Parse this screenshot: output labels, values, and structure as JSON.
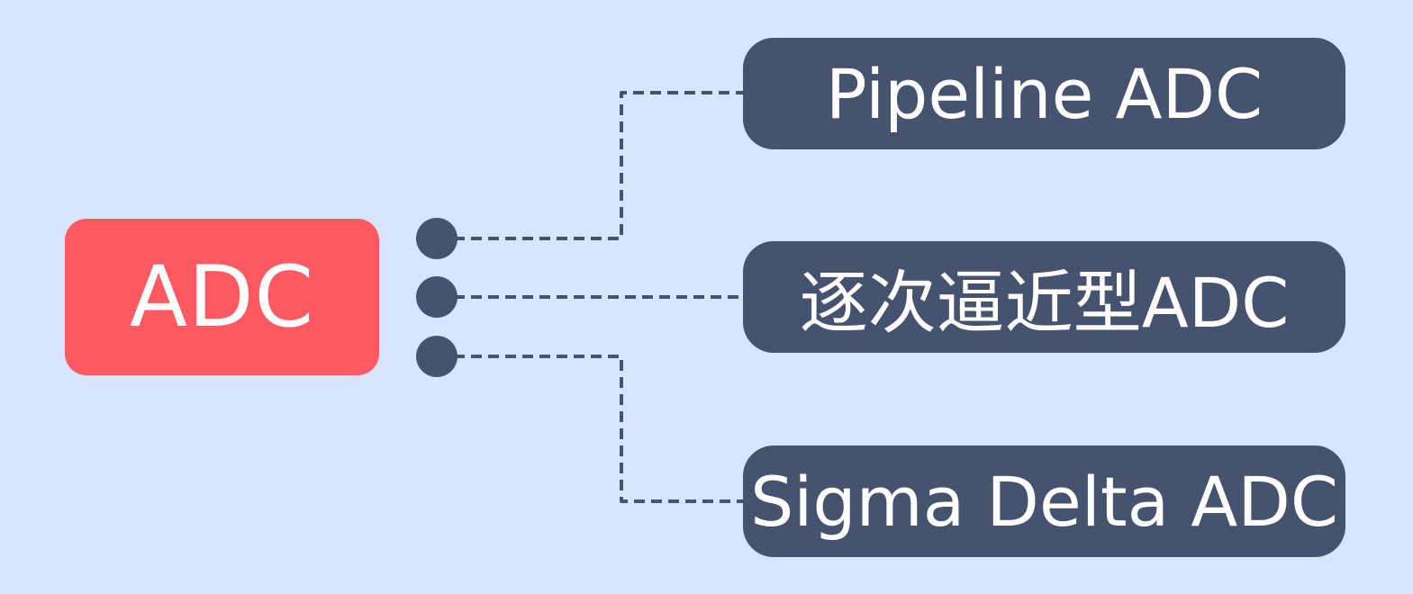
{
  "root": {
    "label": "ADC"
  },
  "branches": [
    {
      "label": "Pipeline ADC"
    },
    {
      "label": "逐次逼近型ADC"
    },
    {
      "label": "Sigma Delta ADC"
    }
  ],
  "colors": {
    "background": "#d9e5fe",
    "root_fill": "#ff5a62",
    "branch_fill": "#46536f",
    "connector": "#46536f",
    "text": "#ffffff"
  }
}
